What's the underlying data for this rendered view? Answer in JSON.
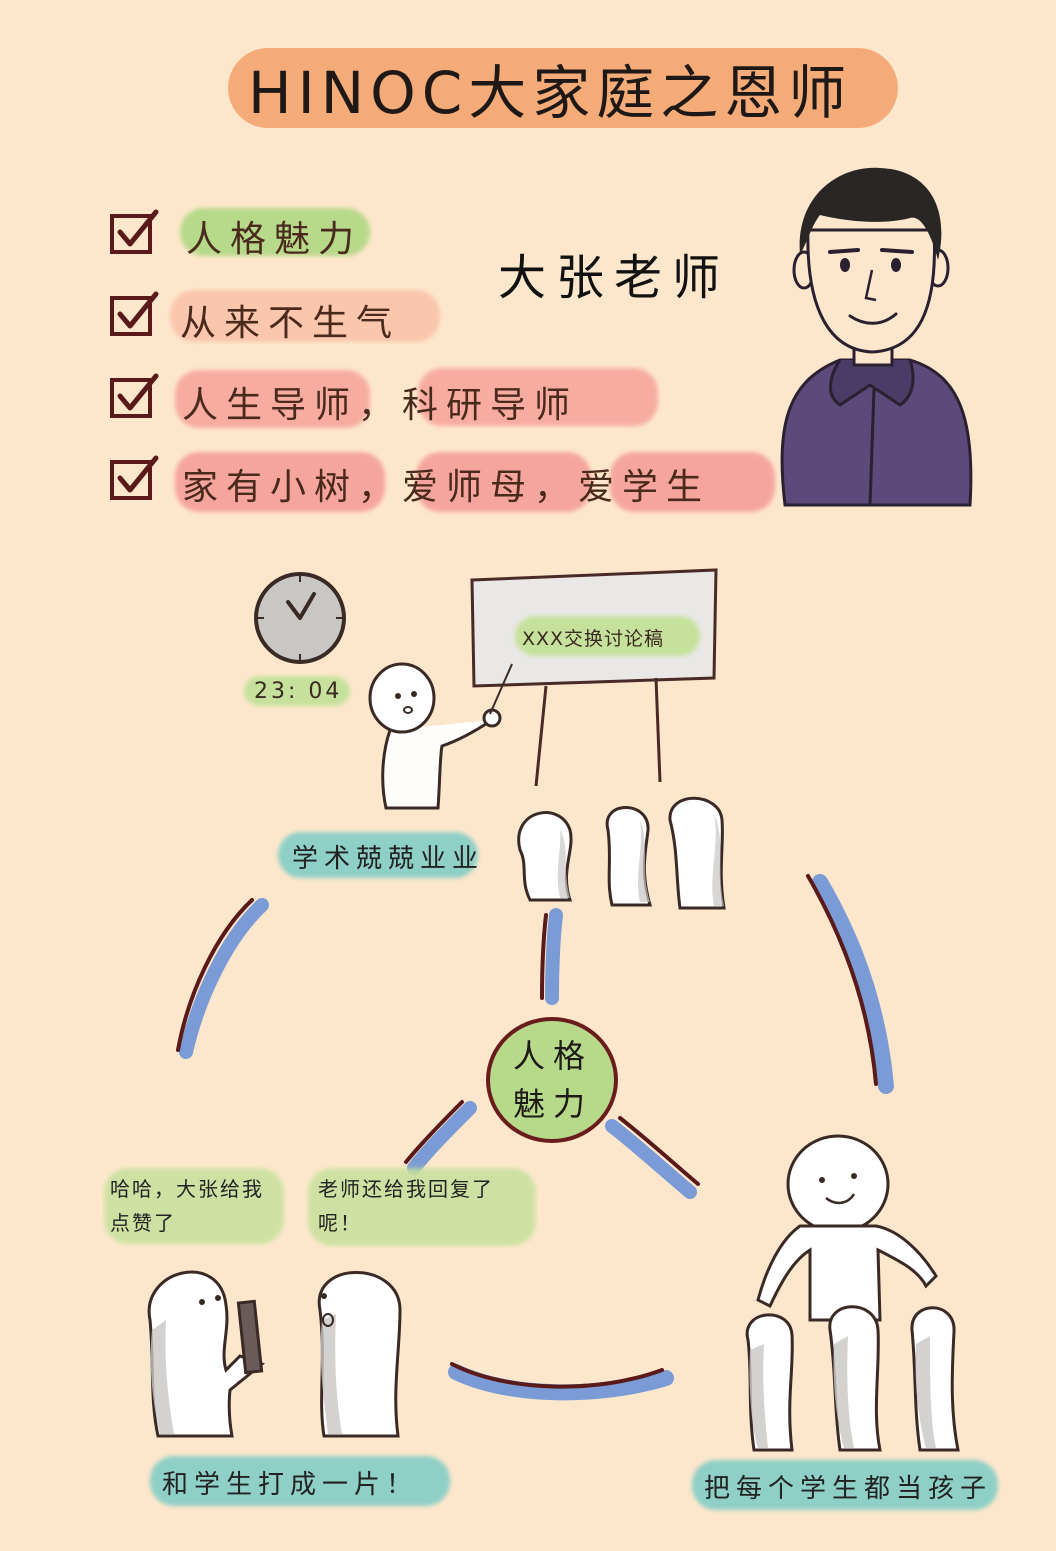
{
  "title": "HINOC大家庭之恩师",
  "teacher_name": "大张老师",
  "checklist": [
    "人格魅力",
    "从来不生气",
    "人生导师，科研导师",
    "家有小树，爱师母，爱学生"
  ],
  "scene_top": {
    "clock_time": "23: 04",
    "board_text": "XXX交换讨论稿",
    "label": "学术兢兢业业"
  },
  "center_label": "人格魅力",
  "bubbles": {
    "left": "哈哈，大张给我点赞了",
    "right": "老师还给我回复了呢！"
  },
  "labels": {
    "bottom_left": "和学生打成一片！",
    "bottom_right": "把每个学生都当孩子"
  },
  "colors": {
    "background": "#fde7cc",
    "title_highlight": "#f5ab78",
    "green_highlight": "#b7d98a",
    "pink_highlight": "#f6a19a",
    "teal_highlight": "#8ecfc6",
    "blue_arc": "#7b9bd6",
    "dark_outline": "#5a1a1a",
    "jacket": "#5b4a7a"
  },
  "icons": [
    "checkbox-checked-icon",
    "clock-icon"
  ]
}
